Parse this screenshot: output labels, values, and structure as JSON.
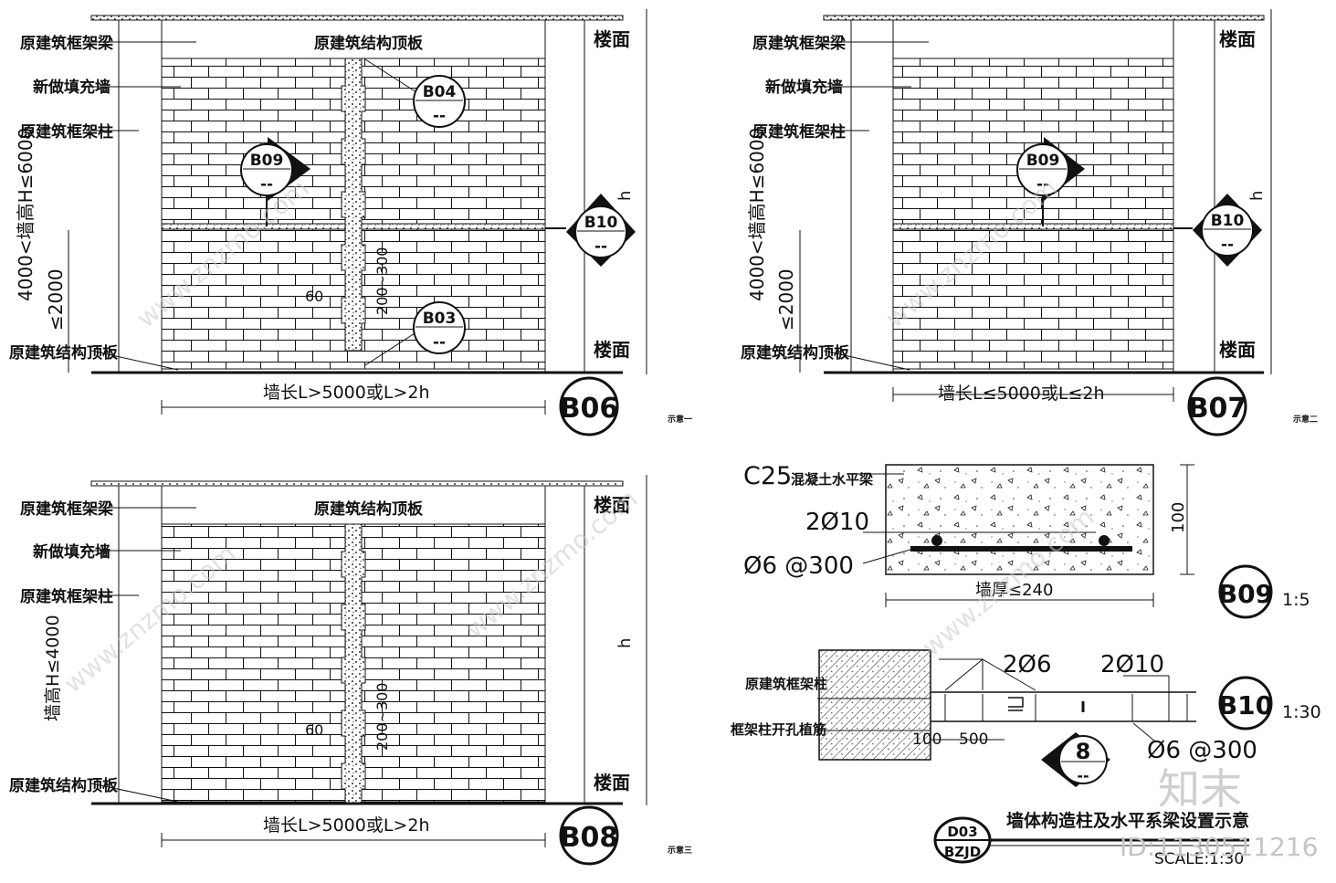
{
  "labels": {
    "orig_beam": "原建筑框架梁",
    "new_infill": "新做填充墙",
    "orig_column": "原建筑框架柱",
    "orig_slab_top": "原建筑结构顶板",
    "orig_slab_bottom": "原建筑结构顶板",
    "floor": "楼面",
    "h": "h",
    "le2000": "≤2000",
    "dim_60": "60",
    "dim_200_300": "200~300"
  },
  "panels": {
    "b06": {
      "height_label": "4000<墙高H≤6000",
      "length_label": "墙长L>5000或L>2h",
      "code": "B06",
      "note": "示意一",
      "callouts": {
        "b04_code": "B04",
        "b04_sub": "--",
        "b09_code": "B09",
        "b09_sub": "--",
        "b03_code": "B03",
        "b03_sub": "--",
        "b10_code": "B10",
        "b10_sub": "--"
      }
    },
    "b07": {
      "height_label": "4000<墙高H≤6000",
      "length_label": "墙长L≤5000或L≤2h",
      "code": "B07",
      "note": "示意二",
      "callouts": {
        "b09_code": "B09",
        "b09_sub": "--",
        "b10_code": "B10",
        "b10_sub": "--"
      }
    },
    "b08": {
      "height_label": "墙高H≤4000",
      "length_label": "墙长L>5000或L>2h",
      "code": "B08",
      "note": "示意三"
    }
  },
  "detail_b09": {
    "concrete_label": "C25",
    "concrete_label_cn": "混凝土水平梁",
    "rebar_top": "2Ø10",
    "stirrup": "Ø6  @300",
    "height_dim": "100",
    "width_dim": "墙厚≤240",
    "code": "B09",
    "scale": "1:5"
  },
  "detail_b10": {
    "col_label": "原建筑框架柱",
    "anchor_label": "框架柱开孔植筋",
    "rebar_a": "2Ø6",
    "rebar_b": "2Ø10",
    "dim_100": "100",
    "dim_500": "500",
    "stirrup": "Ø6  @300",
    "code": "B10",
    "scale": "1:30",
    "ref_code": "8",
    "ref_sub": "--"
  },
  "title_block": {
    "title": "墙体构造柱及水平系梁设置示意",
    "sheet_top": "D03",
    "sheet_bottom": "BZJD",
    "scale_label": "SCALE:",
    "scale_value": "1:30"
  },
  "watermark": {
    "logo": "知末",
    "id": "ID:1130511216",
    "site": "www.znzmo.com"
  }
}
